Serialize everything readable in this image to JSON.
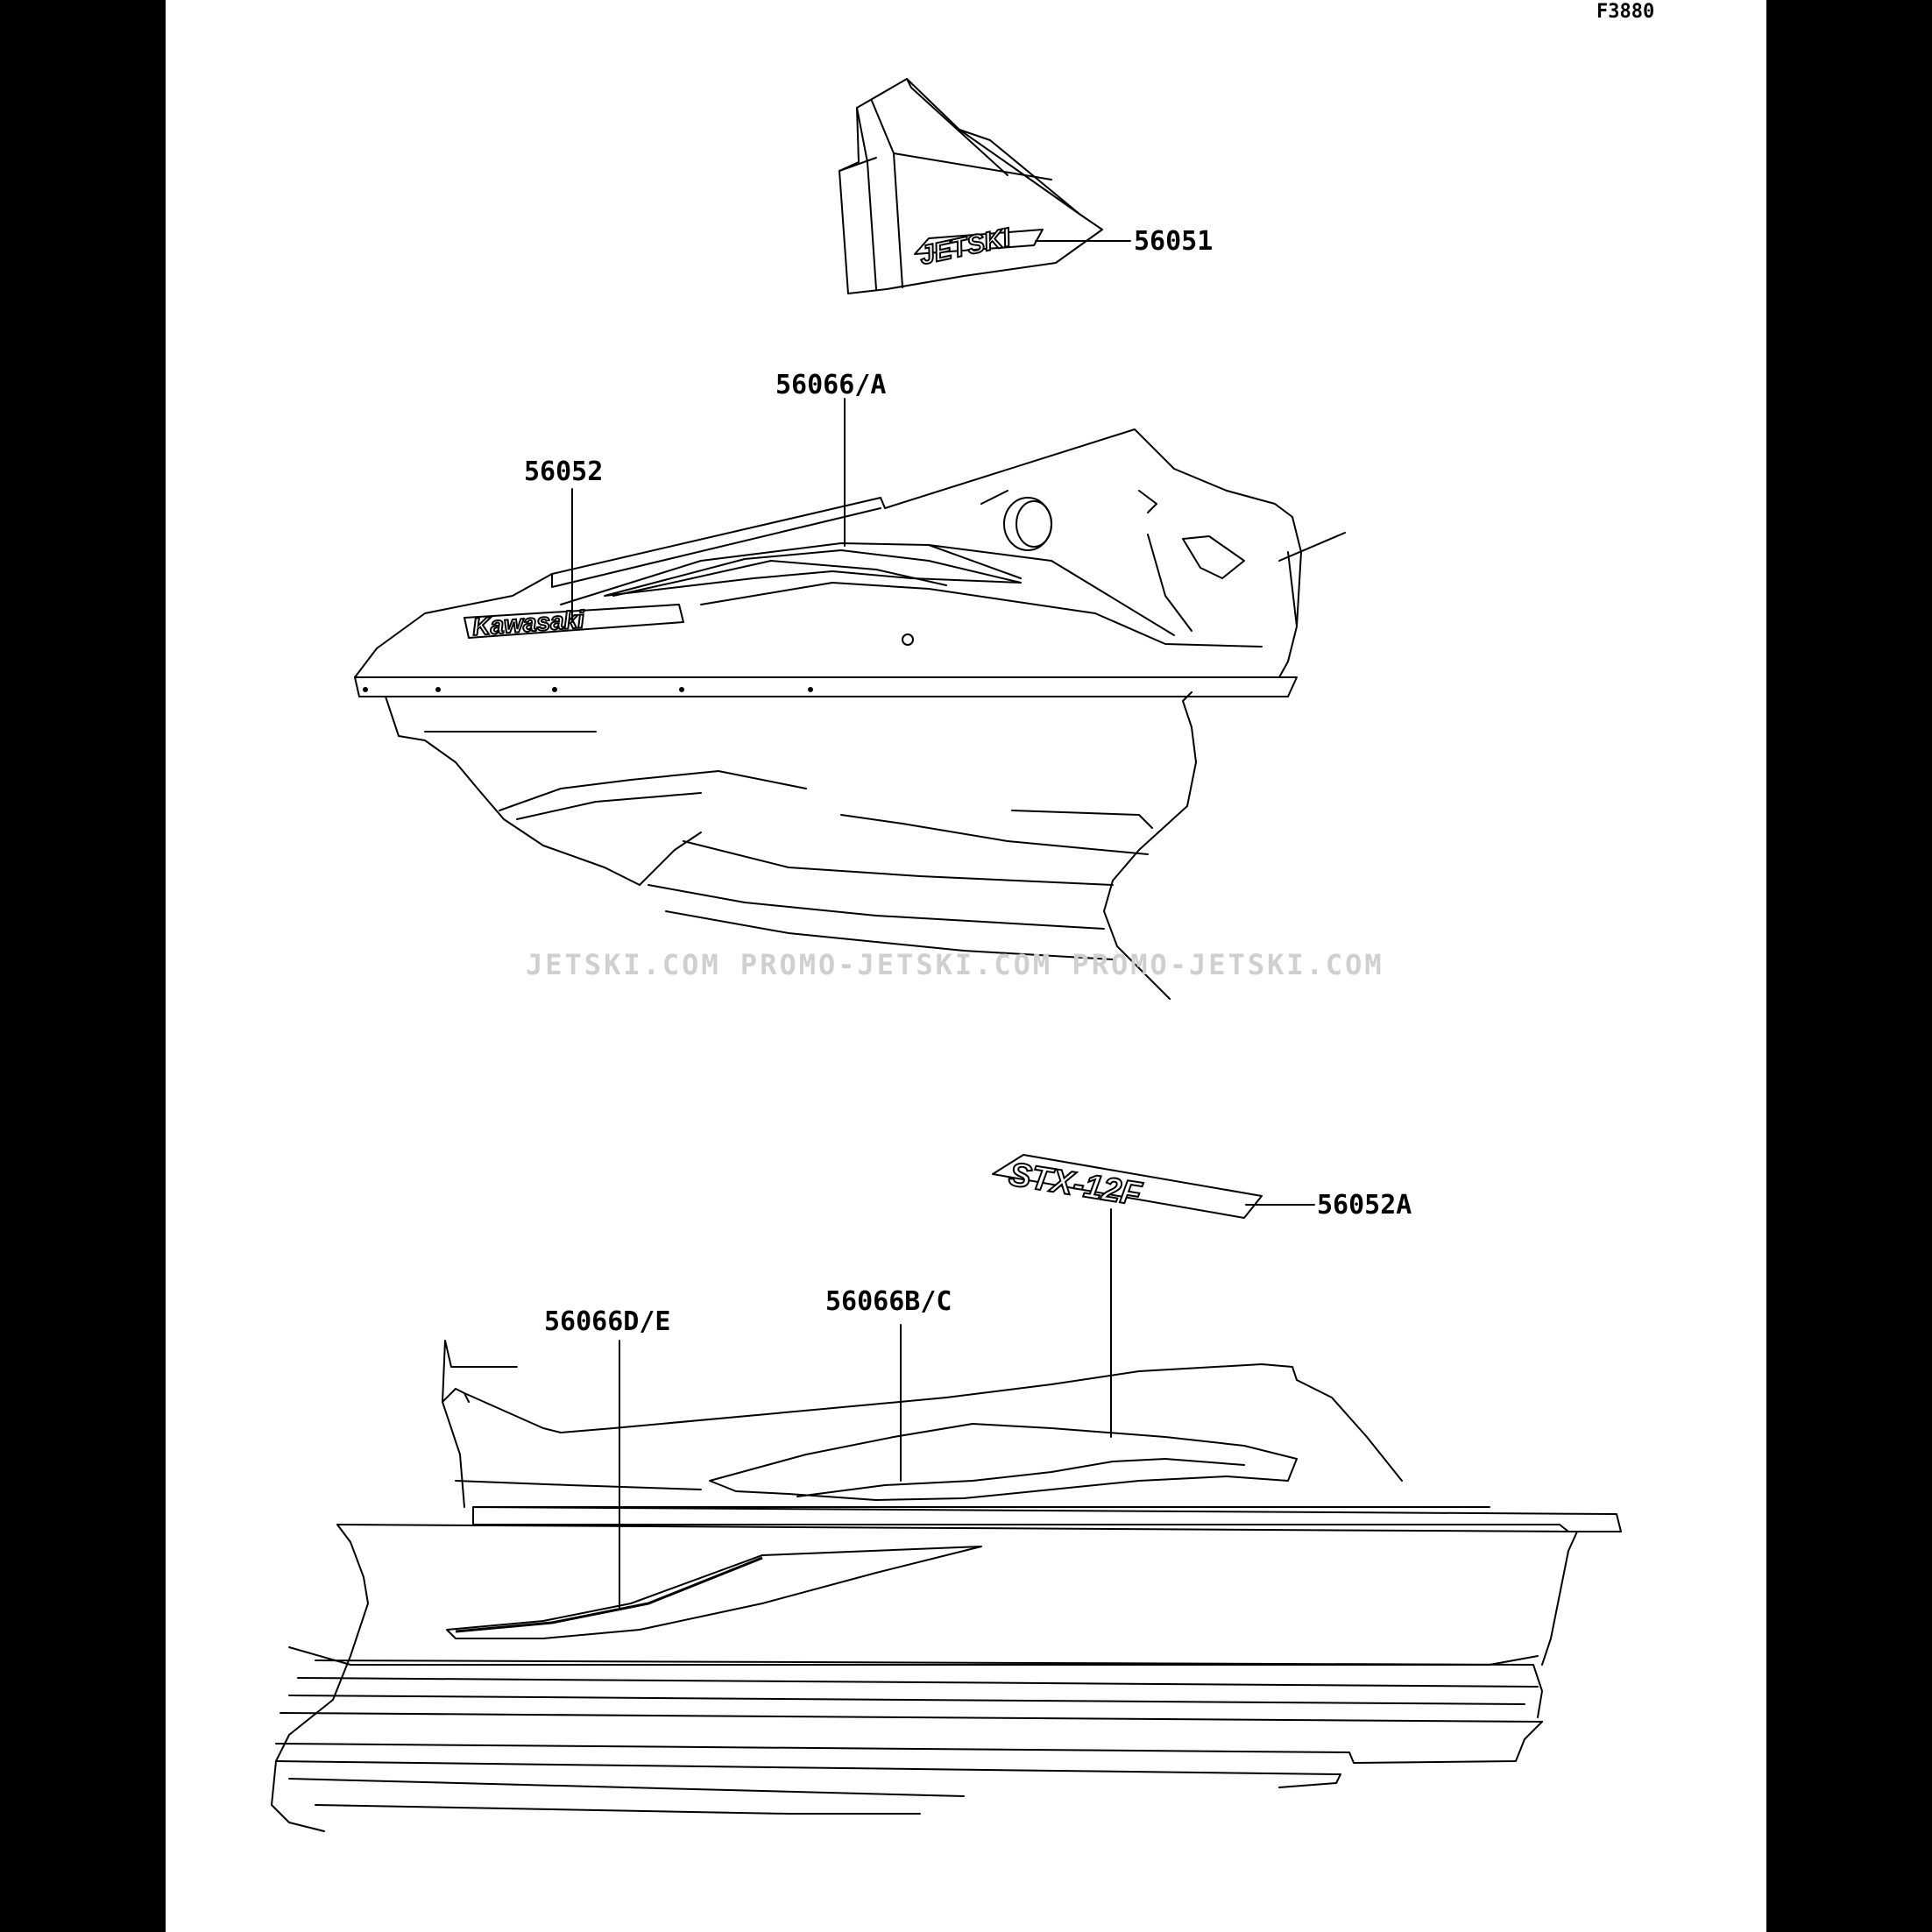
{
  "figure_code": "F3880",
  "callouts": {
    "jetski_decal": "56051",
    "upper_stripe": "56066/A",
    "kawasaki_decal": "56052",
    "model_decal": "56052A",
    "side_stripe_bc": "56066B/C",
    "side_stripe_de": "56066D/E"
  },
  "decal_text": {
    "jetski": "JETSKI",
    "kawasaki": "Kawasaki",
    "model": "STX-12F"
  },
  "watermark": "JETSKI.COM   PROMO-JETSKI.COM   PROMO-JETSKI.COM",
  "colors": {
    "background": "#000000",
    "sheet": "#ffffff",
    "line": "#000000",
    "watermark": "#cfcfcf"
  }
}
